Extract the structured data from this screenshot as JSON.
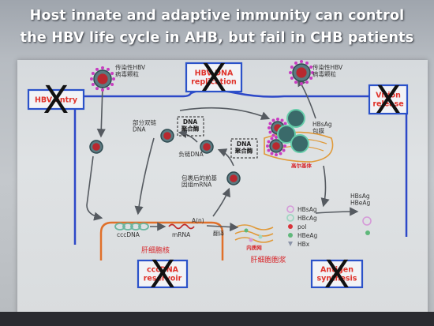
{
  "title": {
    "line1": "Host innate and adaptive immunity can control",
    "line2": "the HBV life cycle in AHB, but fail in CHB patients"
  },
  "labels": {
    "virion_in": "传染性HBV\n病毒颗粒",
    "virion_out": "传染性HBV\n病毒颗粒",
    "partial_ds_dna": "部分双链\nDNA",
    "dna_polymerase_1": "DNA\n聚合酶",
    "dna_polymerase_2": "DNA\n聚合酶",
    "neg_strand_dna": "负链DNA",
    "pgrna": "包裹后的前基\n因组mRNA",
    "hbsag_envelope": "HBsAg\n包膜",
    "golgi": "高尔基体",
    "cccdna": "cccDNA",
    "mrna": "mRNA",
    "an": "A(n)",
    "translation": "翻译",
    "er": "内质网",
    "nucleus": "肝细胞核",
    "cytoplasm": "肝细胞胞浆",
    "hbsag_out": "HBsAg\nHBeAg"
  },
  "legend": [
    {
      "label": "HBsAg",
      "color": "#d59ad8"
    },
    {
      "label": "HBcAg",
      "color": "#9fd6c2"
    },
    {
      "label": "pol",
      "color": "#d8343a"
    },
    {
      "label": "HBeAg",
      "color": "#5fb87a"
    },
    {
      "label": "HBx",
      "color": "#8b94a8"
    }
  ],
  "steps": [
    {
      "label": "HBV entry",
      "blocked": true
    },
    {
      "label": "HBV DNA\nreplication",
      "blocked": true
    },
    {
      "label": "Virion\nrelease",
      "blocked": true
    },
    {
      "label": "cccDNA\nreservoir",
      "blocked": true
    },
    {
      "label": "Antigen\nsynthesis",
      "blocked": true
    }
  ],
  "blocked_mark": "X",
  "colors": {
    "cell_membrane": "#2d48c8",
    "nucleus_membrane": "#e0702a",
    "arrow": "#555a60",
    "step_box": "#2b52c9",
    "step_text": "#e0322a",
    "red_label": "#d8262a",
    "virion_core": "#b8282f",
    "virion_spike": "#c83ec0"
  }
}
